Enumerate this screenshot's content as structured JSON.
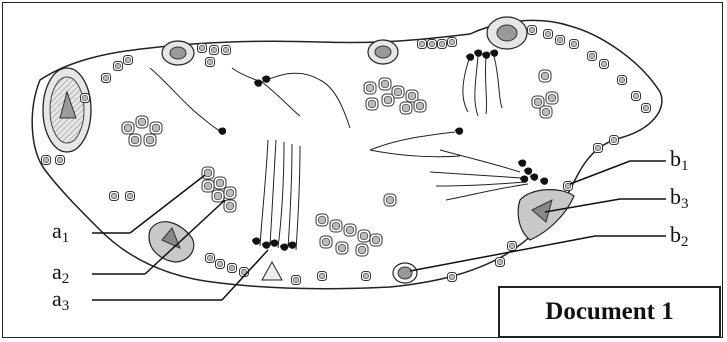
{
  "labels": {
    "a1": {
      "base": "a",
      "sub": "1"
    },
    "a2": {
      "base": "a",
      "sub": "2"
    },
    "a3": {
      "base": "a",
      "sub": "3"
    },
    "b1": {
      "base": "b",
      "sub": "1"
    },
    "b2": {
      "base": "b",
      "sub": "2"
    },
    "b3": {
      "base": "b",
      "sub": "3"
    }
  },
  "caption": "Document 1"
}
